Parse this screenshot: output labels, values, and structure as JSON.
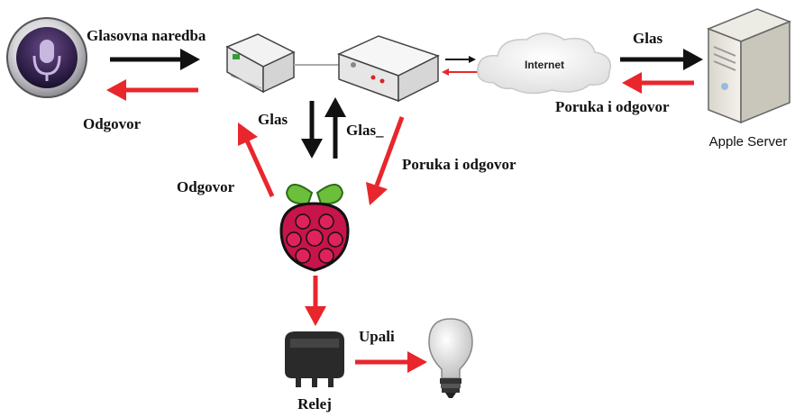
{
  "labels": {
    "voice_command": "Glasovna naredba",
    "response_left": "Odgovor",
    "voice_down": "Glas",
    "voice_up": "Glas_",
    "message_response_down": "Poruka i odgovor",
    "response_diag": "Odgovor",
    "internet": "Internet",
    "voice_server": "Glas",
    "message_response_server": "Poruka i odgovor",
    "server_name": "Apple Server",
    "turn_on": "Upali",
    "relay": "Relej"
  },
  "icons": {
    "siri": "microphone-icon",
    "router": "router-icon",
    "modem": "modem-icon",
    "internet": "cloud-icon",
    "server": "server-icon",
    "raspberry_pi": "raspberry-pi-icon",
    "relay": "relay-icon",
    "bulb": "light-bulb-icon"
  },
  "colors": {
    "black_arrow": "#111111",
    "red_arrow": "#e8262c",
    "raspberry": "#c7144a",
    "leaf": "#6cbf3a"
  }
}
